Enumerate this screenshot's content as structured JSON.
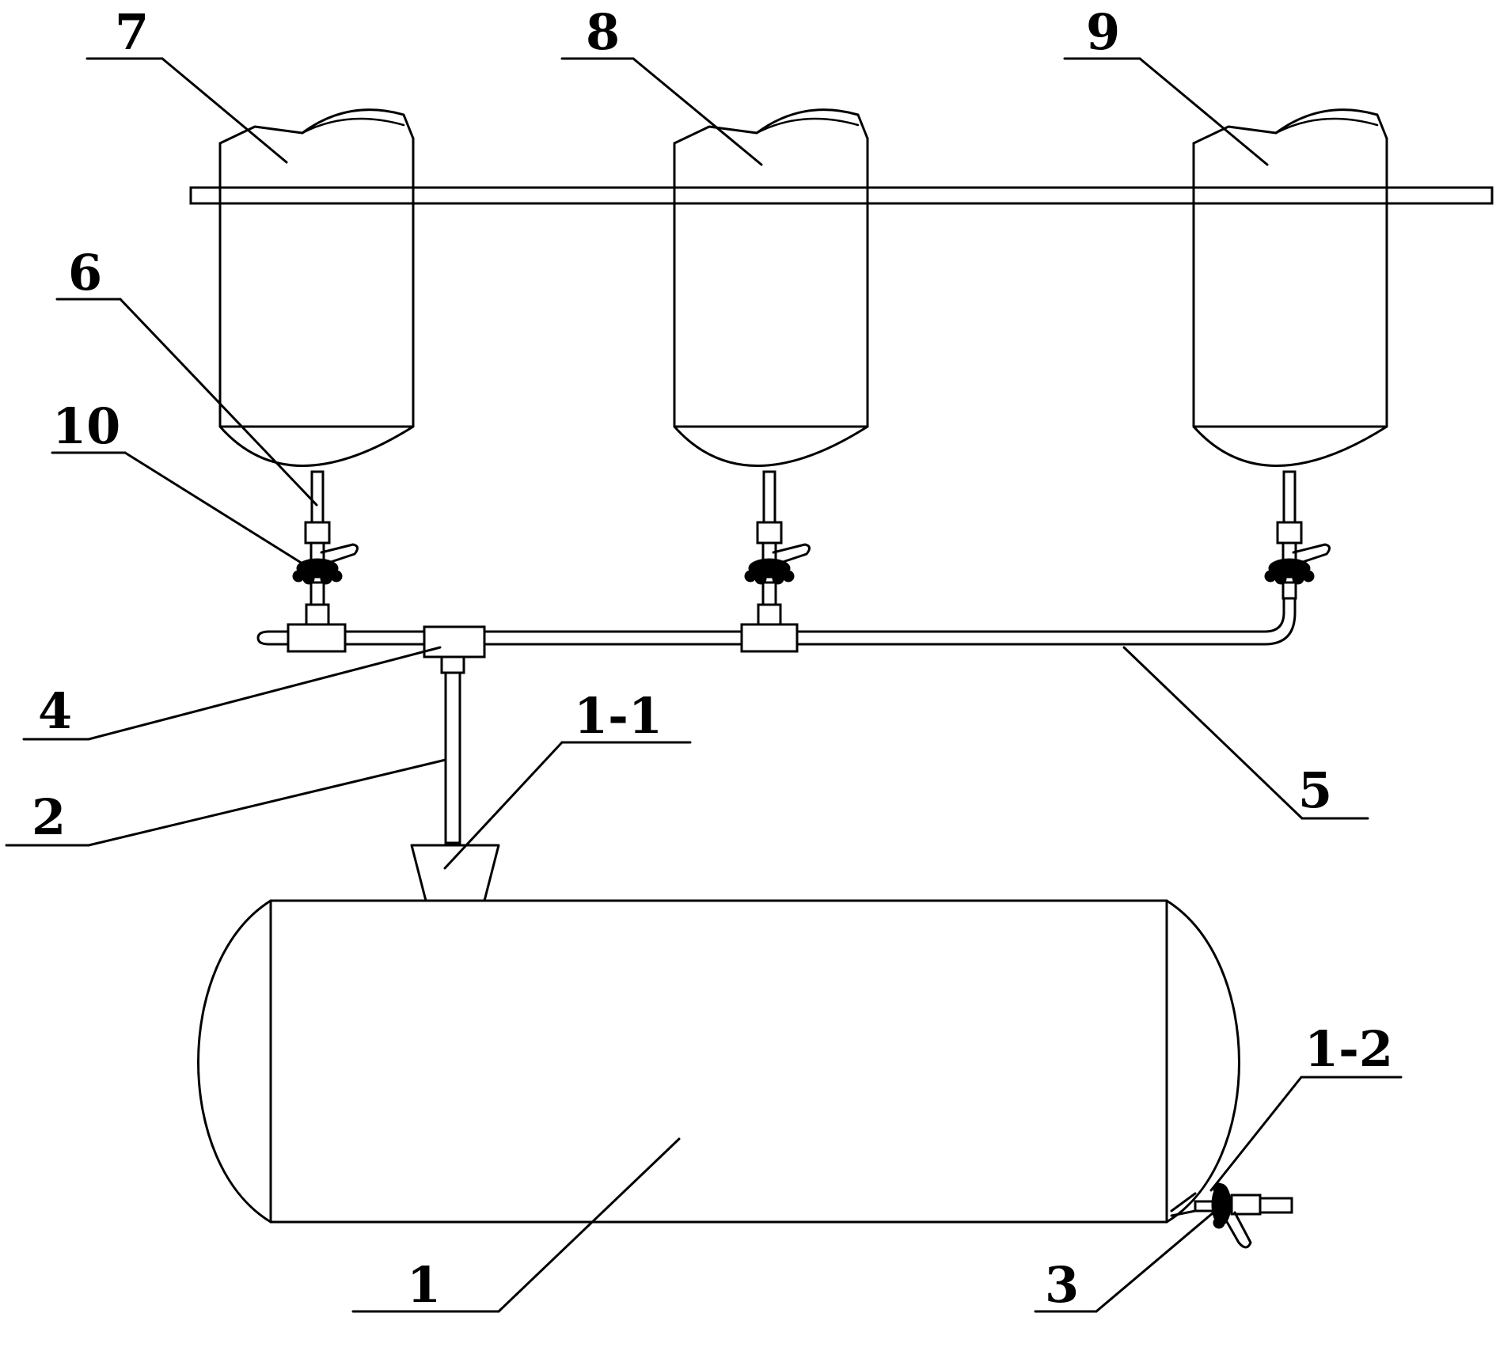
{
  "labels": {
    "l7": "7",
    "l8": "8",
    "l9": "9",
    "l6": "6",
    "l10": "10",
    "l4": "4",
    "l1_1": "1-1",
    "l2": "2",
    "l5": "5",
    "l1_2": "1-2",
    "l1": "1",
    "l3": "3"
  }
}
